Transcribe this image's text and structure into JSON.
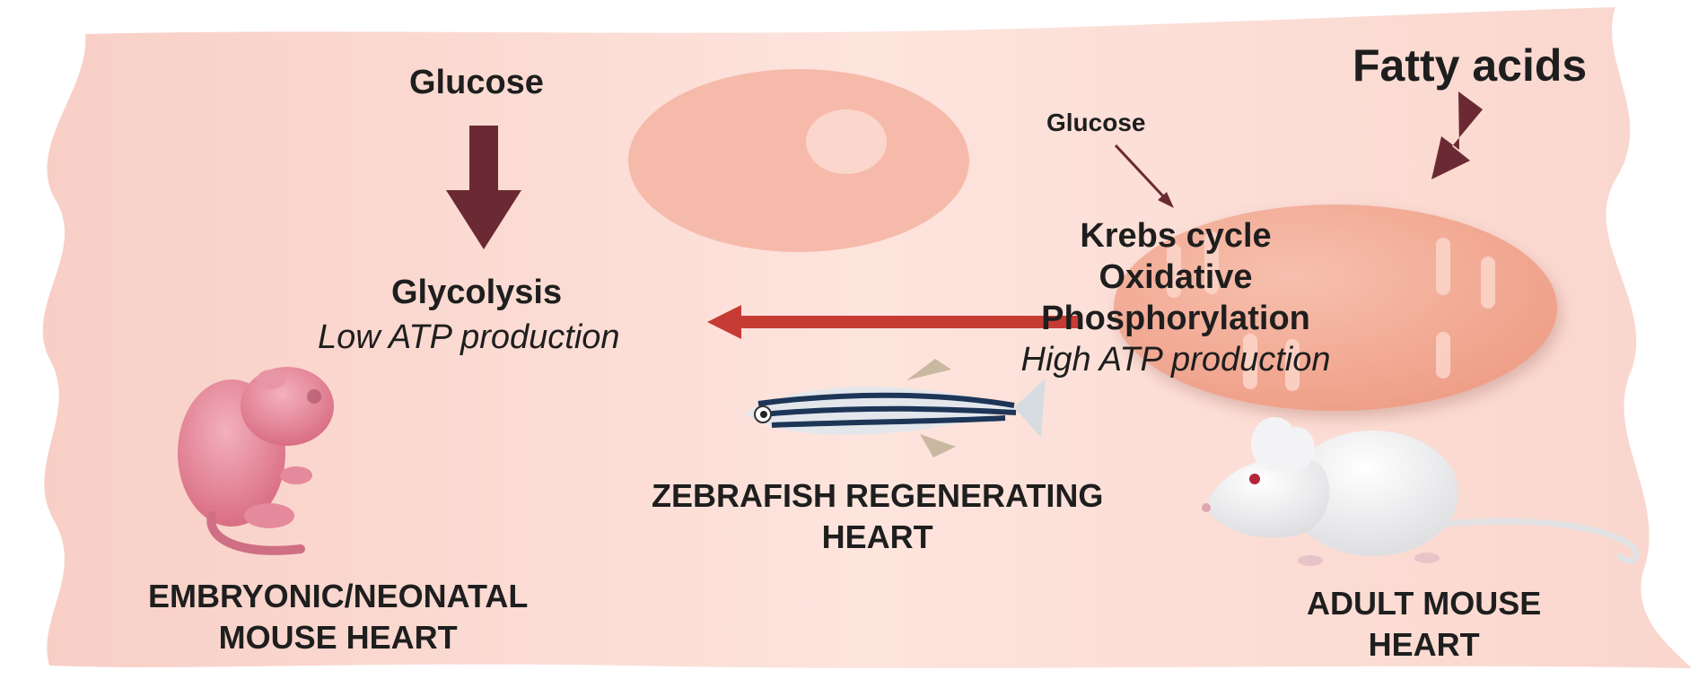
{
  "labels": {
    "glucose_left": "Glucose",
    "glucose_small": "Glucose",
    "fatty_acids": "Fatty acids",
    "glycolysis": "Glycolysis",
    "low_atp": "Low ATP production",
    "krebs": "Krebs cycle",
    "oxidative": "Oxidative",
    "phosphorylation": "Phosphorylation",
    "high_atp": "High ATP production"
  },
  "captions": {
    "zebrafish": [
      "ZEBRAFISH REGENERATING",
      "HEART"
    ],
    "neonatal": [
      "EMBRYONIC/NEONATAL",
      "MOUSE HEART"
    ],
    "adult": [
      "ADULT MOUSE",
      "HEART"
    ]
  },
  "colors": {
    "cell_fill": "#fbdcd5",
    "nucleus": "#f5b6a8",
    "nucleolus": "#fbd2c8",
    "mitochondrion": "#f2a68e",
    "arrow_dark": "#6b2a33",
    "arrow_red": "#c63b33",
    "text": "#1e1e1e",
    "fish_stripe": "#1d3557",
    "neonatal_pink": "#e8889a"
  },
  "icons": {
    "neonatal_mouse": "pink-neonatal-mouse-illustration",
    "zebrafish": "zebrafish-illustration",
    "adult_mouse": "white-adult-mouse-illustration"
  }
}
